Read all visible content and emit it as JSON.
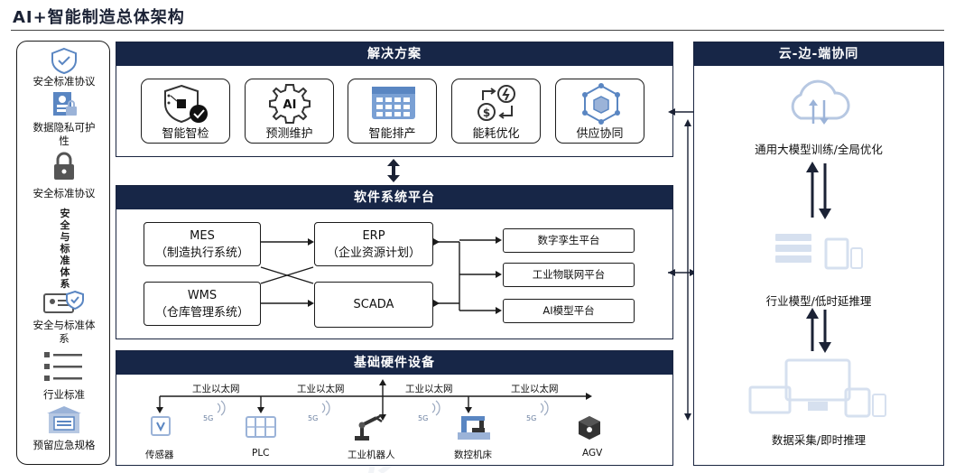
{
  "page_title": "AI+智能制造总体架构",
  "left_column": {
    "items": [
      {
        "label": "安全标准协议",
        "icon": "shield-check-icon"
      },
      {
        "label": "数据隐私可护性",
        "icon": "user-document-icon"
      },
      {
        "label": "安全标准协议",
        "icon": "padlock-icon"
      },
      {
        "label": "安全与标准体系",
        "icon": "none"
      },
      {
        "label": "安全与标准体系",
        "icon": "id-card-shield-icon"
      },
      {
        "label": "行业标准",
        "icon": "checklist-icon"
      },
      {
        "label": "预留应急规格",
        "icon": "vault-icon"
      }
    ]
  },
  "solutions": {
    "title": "解决方案",
    "cards": [
      {
        "label": "智能智检",
        "icon": "inspection-shield-icon"
      },
      {
        "label": "预测维护",
        "icon": "ai-gear-icon"
      },
      {
        "label": "智能排产",
        "icon": "calendar-grid-icon"
      },
      {
        "label": "能耗优化",
        "icon": "energy-cost-cycle-icon"
      },
      {
        "label": "供应协同",
        "icon": "network-cube-icon"
      }
    ]
  },
  "software": {
    "title": "软件系统平台",
    "systems": [
      {
        "name": "MES",
        "desc": "（制造执行系统）"
      },
      {
        "name": "ERP",
        "desc": "（企业资源计划）"
      },
      {
        "name": "WMS",
        "desc": "（仓库管理系统）"
      },
      {
        "name": "SCADA",
        "desc": ""
      }
    ],
    "platforms": [
      "数字孪生平台",
      "工业物联网平台",
      "AI模型平台"
    ]
  },
  "hardware": {
    "title": "基础硬件设备",
    "network_label": "工业以太网",
    "signal_label": "5G",
    "devices": [
      "传感器",
      "PLC",
      "工业机器人",
      "数控机床",
      "AGV"
    ]
  },
  "cloud_edge": {
    "title": "云-边-端协同",
    "tiers": [
      "通用大模型训练/全局优化",
      "行业模型/低时延推理",
      "数据采集/即时推理"
    ]
  },
  "watermark": [
    "沙",
    "利",
    "文"
  ],
  "colors": {
    "header_navy": "#172647",
    "border_dark": "#1b1b1b",
    "icon_blue": "#5a86c2",
    "icon_light": "#9bb3d8"
  }
}
